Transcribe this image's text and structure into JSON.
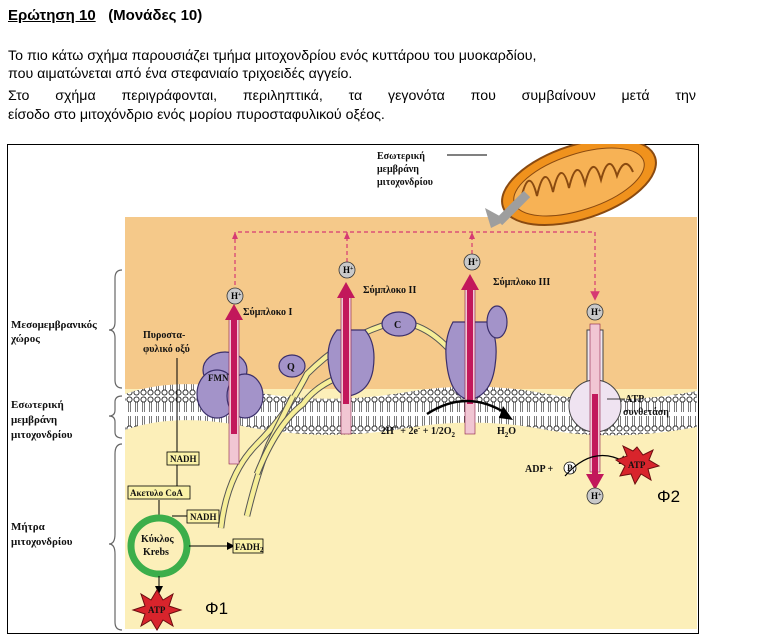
{
  "question": {
    "number_label": "Ερώτηση 10",
    "points_label": "(Μονάδες 10)"
  },
  "intro": {
    "line1": "Το πιο κάτω σχήμα παρουσιάζει τμήμα μιτοχονδρίου ενός κυττάρου του μυοκαρδίου,",
    "line2": "που αιματώνεται από ένα στεφανιαίο τριχοειδές αγγείο.",
    "line3": "Στο σχήμα περιγράφονται, περιληπτικά, τα γεγονότα που συμβαίνουν μετά την",
    "line4": "είσοδο στο μιτοχόνδριο ενός μορίου πυροσταφυλικού οξέος."
  },
  "diagram": {
    "inner_membrane_callout": [
      "Εσωτερική",
      "μεμβράνη",
      "μιτοχονδρίου"
    ],
    "regions": {
      "intermembrane": [
        "Μεσομεμβρανικός",
        "χώρος"
      ],
      "inner_membrane": [
        "Εσωτερική",
        "μεμβράνη",
        "μιτοχονδρίου"
      ],
      "matrix": [
        "Μήτρα",
        "μιτοχονδρίου"
      ]
    },
    "pyruvate": [
      "Πυροστα-",
      "φυλικό οξύ"
    ],
    "complex1": "Σύμπλοκο I",
    "complex2": "Σύμπλοκο II",
    "complex3": "Σύμπλοκο III",
    "fmn": "FMN",
    "q": "Q",
    "c": "C",
    "nadh": "NADH",
    "acetyl_coa": "Ακετυλο CoA",
    "krebs": [
      "Κύκλος",
      "Krebs"
    ],
    "fadh2": "FADH",
    "fadh2_sub": "2",
    "atp": "ATP",
    "atp_synthase": [
      "ATP",
      "συνθετάση"
    ],
    "adp": "ADP +",
    "pi": "P",
    "pi_sub": "i",
    "h_plus": "H",
    "h_plus_sup": "+",
    "water_reaction": {
      "a": "2H",
      "a_sup": "+",
      "b": " + 2e",
      "b_sup": "-",
      "c": " + 1/2O",
      "c_sub": "2",
      "product": "H",
      "product_sub": "2",
      "product_end": "O"
    },
    "phi1": "Φ1",
    "phi2": "Φ2"
  },
  "colors": {
    "intermembrane": "#f5c98a",
    "matrix": "#fcefb9",
    "membrane": "#ffffff",
    "protein": "#a393c9",
    "arrow_pink": "#c2185b",
    "ubiquinone_path": "#f6ee98",
    "krebs_ring": "#3cae4b",
    "atp_burst": "#d8242c",
    "mito_orange": "#f0921d"
  }
}
